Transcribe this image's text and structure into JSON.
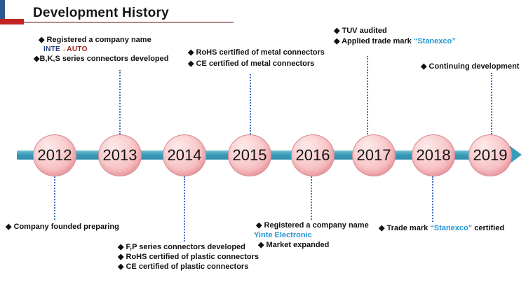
{
  "header": {
    "title": "Development History"
  },
  "timeline": {
    "years": [
      "2012",
      "2013",
      "2014",
      "2015",
      "2016",
      "2017",
      "2018",
      "2019"
    ]
  },
  "annotations": {
    "y2013": {
      "line1": "◆ Registered a company name",
      "logo_inte": "INTE",
      "logo_arrow": "→",
      "logo_auto": "AUTO",
      "line2": "◆B,K,S series connectors developed"
    },
    "metal": {
      "line1": "◆ RoHS certified of metal connectors",
      "line2": "◆ CE certified of metal connectors"
    },
    "y2017": {
      "line1": "◆ TUV audited",
      "line2_pre": "◆  Applied trade mark ",
      "line2_brand": "“Stanexco”"
    },
    "y2019": {
      "line1": "◆  Continuing development"
    },
    "y2012": {
      "line1": "◆ Company founded preparing"
    },
    "y2014": {
      "line1": "◆ F,P series connectors developed",
      "line2": "◆ RoHS certified of plastic connectors",
      "line3": "◆ CE certified of plastic connectors"
    },
    "y2016": {
      "line1": "◆  Registered a company name",
      "brand": "Yinte Electronic",
      "line2": "◆ Market expanded"
    },
    "y2018": {
      "pre": "◆ Trade mark ",
      "brand": "“Stanexco”",
      "post": " certified"
    }
  },
  "colors": {
    "timeline_teal": "#3a9cba",
    "circle_pink": "#f8c4c6",
    "connector_blue": "#4472c4",
    "brand_blue": "#2596d1",
    "header_red": "#c42323",
    "header_navy": "#2d5a8e",
    "underline_mauve": "#b08a8a"
  }
}
